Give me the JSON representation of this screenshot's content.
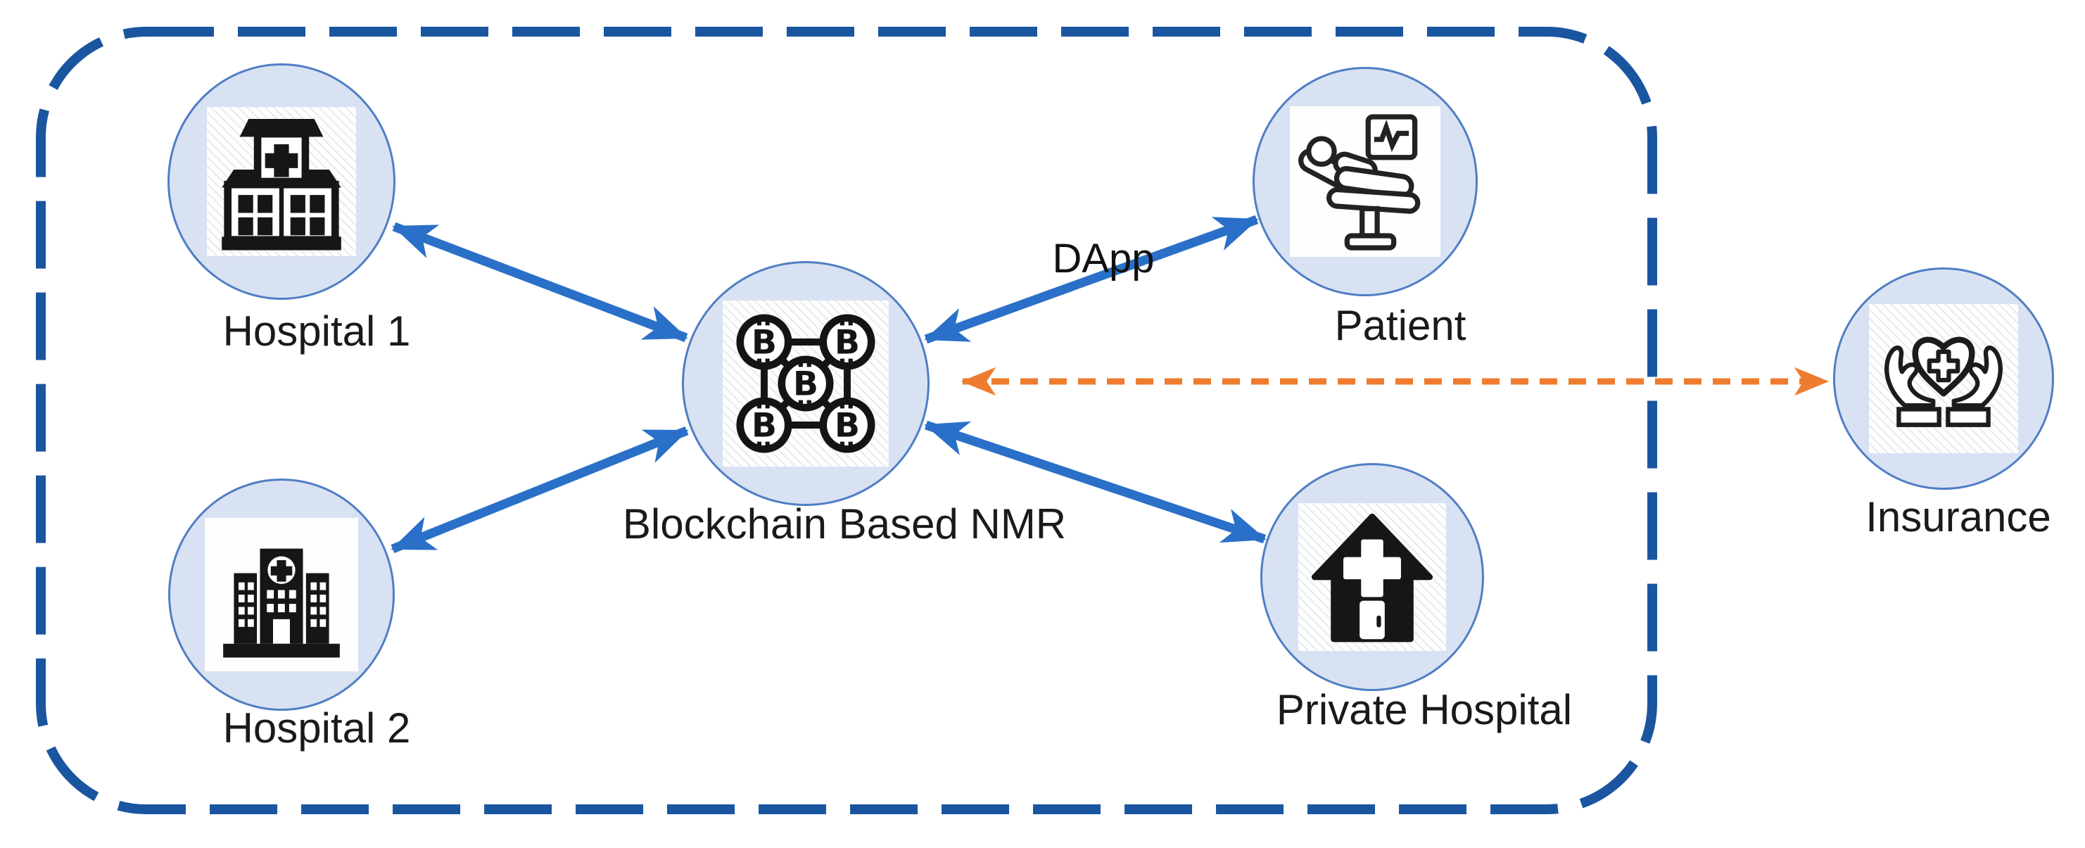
{
  "nodes": [
    {
      "id": "hospital1",
      "label": "Hospital 1",
      "icon": "hospital-building-icon"
    },
    {
      "id": "hospital2",
      "label": "Hospital 2",
      "icon": "hospital-complex-icon"
    },
    {
      "id": "blockchain",
      "label": "Blockchain Based NMR",
      "icon": "blockchain-network-icon"
    },
    {
      "id": "patient",
      "label": "Patient",
      "icon": "patient-bed-icon"
    },
    {
      "id": "private-hospital",
      "label": "Private Hospital",
      "icon": "private-hospital-icon"
    },
    {
      "id": "insurance",
      "label": "Insurance",
      "icon": "hands-heart-icon"
    }
  ],
  "edges": [
    {
      "from": "Hospital 1",
      "to": "Blockchain Based NMR",
      "direction": "bidirectional",
      "style": "solid",
      "color": "#2a70c8",
      "label": ""
    },
    {
      "from": "Hospital 2",
      "to": "Blockchain Based NMR",
      "direction": "bidirectional",
      "style": "solid",
      "color": "#2a70c8",
      "label": ""
    },
    {
      "from": "Blockchain Based NMR",
      "to": "Patient",
      "direction": "bidirectional",
      "style": "solid",
      "color": "#2a70c8",
      "label": "DApp"
    },
    {
      "from": "Blockchain Based NMR",
      "to": "Private Hospital",
      "direction": "bidirectional",
      "style": "solid",
      "color": "#2a70c8",
      "label": ""
    },
    {
      "from": "Blockchain Based NMR",
      "to": "Insurance",
      "direction": "bidirectional",
      "style": "dashed",
      "color": "#ee7c2f",
      "label": ""
    }
  ],
  "colors": {
    "boundary_dash": "#1a55a0",
    "arrow_blue": "#2a70c8",
    "arrow_orange": "#ee7c2f",
    "node_fill": "#d9e2f3",
    "node_stroke": "#4f7ec4",
    "icon_black": "#161616",
    "background": "#ffffff",
    "label_text": "#1a1a1a"
  }
}
